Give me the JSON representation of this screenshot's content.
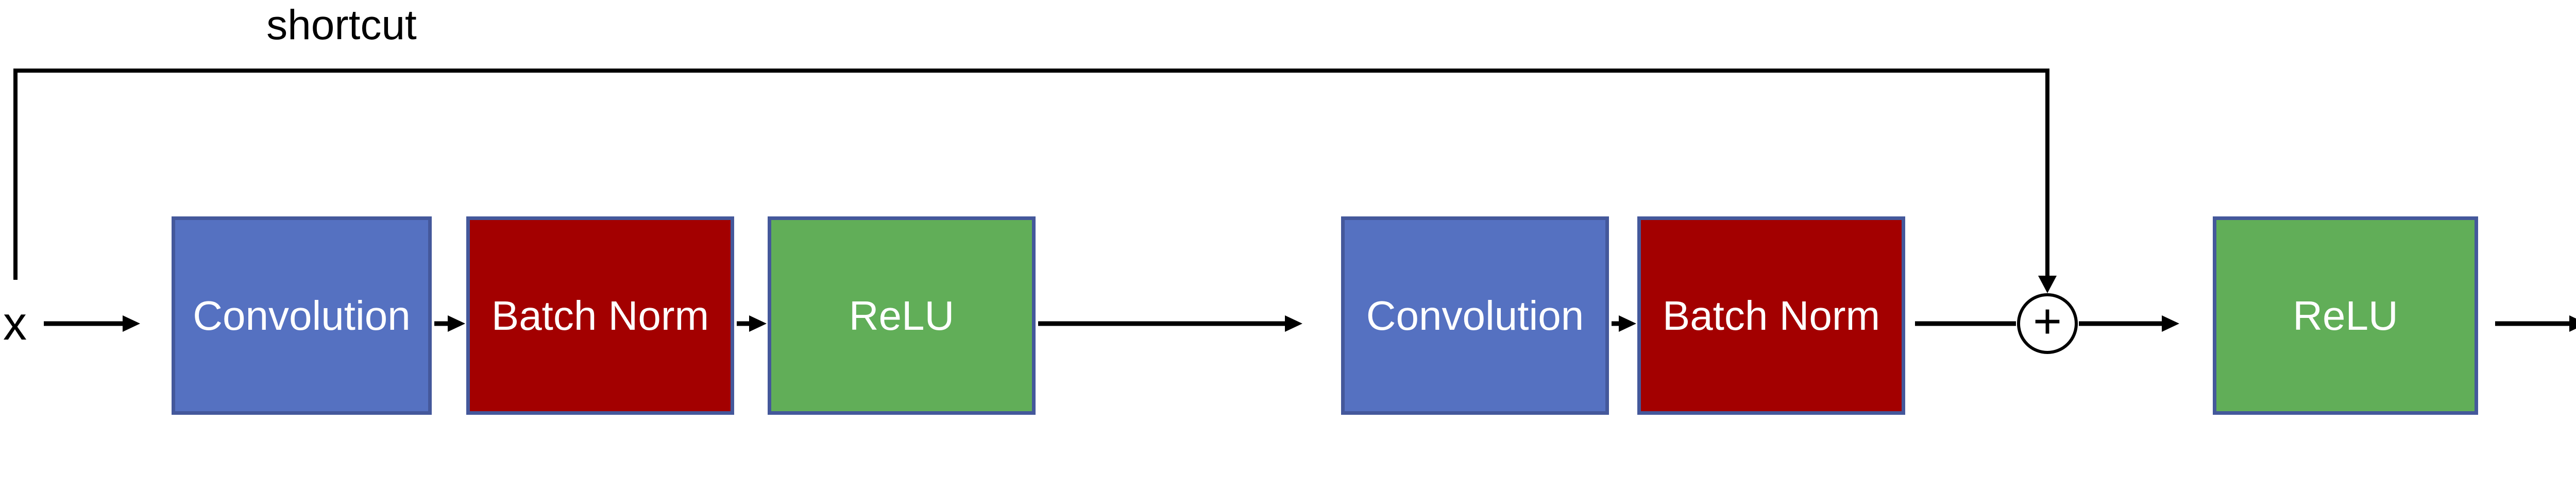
{
  "diagram": {
    "type": "neural-network-residual-block",
    "shortcut_label": "shortcut",
    "input_label": "x",
    "sum_label": "+",
    "nodes": [
      {
        "id": "conv1",
        "label": "Convolution",
        "kind": "convolution",
        "fill": "#5571C1"
      },
      {
        "id": "bn1",
        "label": "Batch Norm",
        "kind": "batch-norm",
        "fill": "#A30000"
      },
      {
        "id": "relu1",
        "label": "ReLU",
        "kind": "relu",
        "fill": "#61AE58"
      },
      {
        "id": "conv2",
        "label": "Convolution",
        "kind": "convolution",
        "fill": "#5571C1"
      },
      {
        "id": "bn2",
        "label": "Batch Norm",
        "kind": "batch-norm",
        "fill": "#A30000"
      },
      {
        "id": "relu2",
        "label": "ReLU",
        "kind": "relu",
        "fill": "#61AE58"
      }
    ],
    "edges": [
      {
        "from": "x",
        "to": "conv1",
        "arrowhead": true
      },
      {
        "from": "conv1",
        "to": "bn1",
        "arrowhead": true
      },
      {
        "from": "bn1",
        "to": "relu1",
        "arrowhead": true
      },
      {
        "from": "relu1",
        "to": "conv2",
        "arrowhead": true
      },
      {
        "from": "conv2",
        "to": "bn2",
        "arrowhead": true
      },
      {
        "from": "bn2",
        "to": "sum",
        "arrowhead": false
      },
      {
        "from": "sum",
        "to": "relu2",
        "arrowhead": true
      },
      {
        "from": "relu2",
        "to": "output",
        "arrowhead": true
      },
      {
        "from": "x",
        "to": "sum",
        "arrowhead": true,
        "via": "shortcut"
      }
    ],
    "colors": {
      "node_border": "#44589B",
      "node_text": "#FFFFFF",
      "line": "#000000",
      "background": "#FFFFFF"
    }
  }
}
